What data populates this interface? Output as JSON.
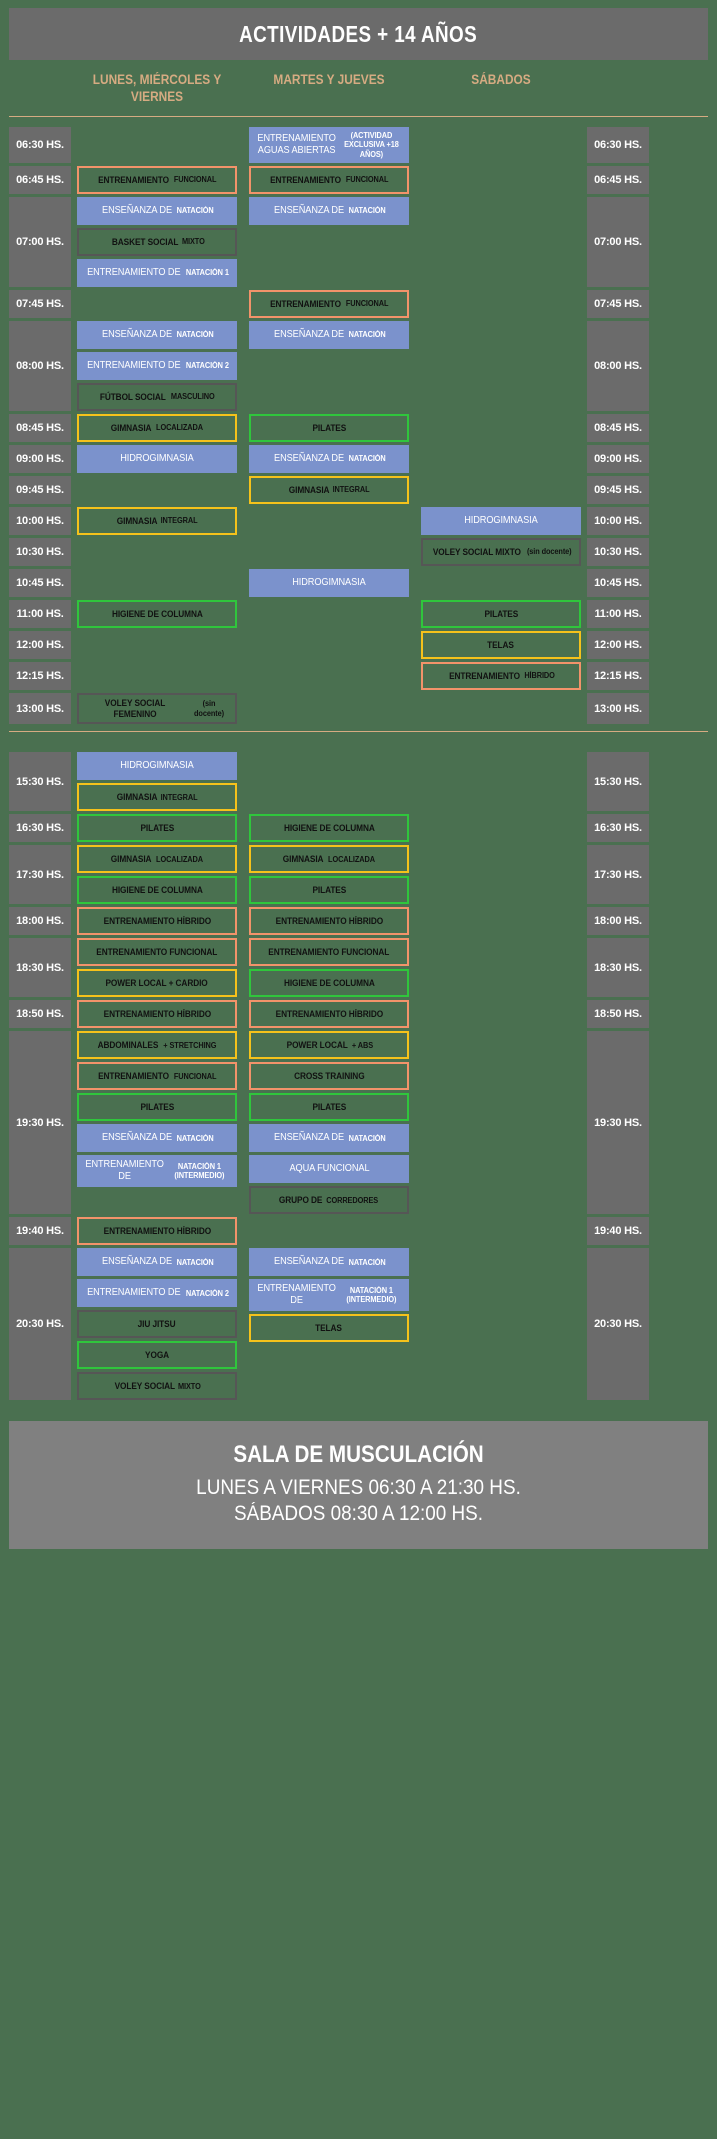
{
  "header": {
    "title": "ACTIVIDADES + 14 AÑOS",
    "columns": [
      {
        "label": "LUNES, MIÉRCOLES Y VIERNES"
      },
      {
        "label": "MARTES Y JUEVES"
      },
      {
        "label": "SÁBADOS"
      }
    ]
  },
  "colors": {
    "background": "#4a7050",
    "banner": "#6b6b6b",
    "accent_text": "#d6ab82",
    "pool_blue": "#7b92cc",
    "functional_orange": "#f2936a",
    "localized_yellow": "#f5c21b",
    "pilates_green": "#2fc63c",
    "social_gray": "#565656",
    "footer": "#808080"
  },
  "morning": [
    {
      "time": "06:30 HS.",
      "col1": [],
      "col2": [
        {
          "label": "ENTRENAMIENTO AGUAS ABIERTAS",
          "sub": "(ACTIVIDAD EXCLUSIVA +18 AÑOS)",
          "style": "c-blue"
        }
      ],
      "col3": []
    },
    {
      "time": "06:45 HS.",
      "col1": [
        {
          "label": "ENTRENAMIENTO",
          "sub": "FUNCIONAL",
          "style": "c-orange"
        }
      ],
      "col2": [
        {
          "label": "ENTRENAMIENTO",
          "sub": "FUNCIONAL",
          "style": "c-orange"
        }
      ],
      "col3": []
    },
    {
      "time": "07:00 HS.",
      "col1": [
        {
          "label": "ENSEÑANZA DE",
          "sub": "NATACIÓN",
          "style": "c-blue"
        },
        {
          "label": "BASKET SOCIAL",
          "sub": "MIXTO",
          "style": "c-gray"
        },
        {
          "label": "ENTRENAMIENTO DE",
          "sub": "NATACIÓN 1",
          "style": "c-blue"
        }
      ],
      "col2": [
        {
          "label": "ENSEÑANZA DE",
          "sub": "NATACIÓN",
          "style": "c-blue"
        }
      ],
      "col3": []
    },
    {
      "time": "07:45 HS.",
      "col1": [],
      "col2": [
        {
          "label": "ENTRENAMIENTO",
          "sub": "FUNCIONAL",
          "style": "c-orange"
        }
      ],
      "col3": []
    },
    {
      "time": "08:00 HS.",
      "col1": [
        {
          "label": "ENSEÑANZA DE",
          "sub": "NATACIÓN",
          "style": "c-blue"
        },
        {
          "label": "ENTRENAMIENTO DE",
          "sub": "NATACIÓN 2",
          "style": "c-blue"
        },
        {
          "label": "FÚTBOL SOCIAL",
          "sub": "MASCULINO",
          "style": "c-gray"
        }
      ],
      "col2": [
        {
          "label": "ENSEÑANZA DE",
          "sub": "NATACIÓN",
          "style": "c-blue"
        }
      ],
      "col3": []
    },
    {
      "time": "08:45 HS.",
      "col1": [
        {
          "label": "GIMNASIA",
          "sub": "LOCALIZADA",
          "style": "c-yellow"
        }
      ],
      "col2": [
        {
          "label": "PILATES",
          "sub": "",
          "style": "c-green"
        }
      ],
      "col3": []
    },
    {
      "time": "09:00 HS.",
      "col1": [
        {
          "label": "HIDROGIMNASIA",
          "sub": "",
          "style": "c-blue"
        }
      ],
      "col2": [
        {
          "label": "ENSEÑANZA DE",
          "sub": "NATACIÓN",
          "style": "c-blue"
        }
      ],
      "col3": []
    },
    {
      "time": "09:45 HS.",
      "col1": [],
      "col2": [
        {
          "label": "GIMNASIA",
          "sub": "INTEGRAL",
          "style": "c-yellow"
        }
      ],
      "col3": []
    },
    {
      "time": "10:00 HS.",
      "col1": [
        {
          "label": "GIMNASIA",
          "sub": "INTEGRAL",
          "style": "c-yellow"
        }
      ],
      "col2": [],
      "col3": [
        {
          "label": "HIDROGIMNASIA",
          "sub": "",
          "style": "c-blue"
        }
      ]
    },
    {
      "time": "10:30 HS.",
      "col1": [],
      "col2": [],
      "col3": [
        {
          "label": "VOLEY SOCIAL MIXTO",
          "sub": "(sin docente)",
          "style": "c-gray"
        }
      ]
    },
    {
      "time": "10:45 HS.",
      "col1": [],
      "col2": [
        {
          "label": "HIDROGIMNASIA",
          "sub": "",
          "style": "c-blue"
        }
      ],
      "col3": []
    },
    {
      "time": "11:00 HS.",
      "col1": [
        {
          "label": "HIGIENE DE COLUMNA",
          "sub": "",
          "style": "c-green"
        }
      ],
      "col2": [],
      "col3": [
        {
          "label": "PILATES",
          "sub": "",
          "style": "c-green"
        }
      ]
    },
    {
      "time": "12:00 HS.",
      "col1": [],
      "col2": [],
      "col3": [
        {
          "label": "TELAS",
          "sub": "",
          "style": "c-yellow"
        }
      ]
    },
    {
      "time": "12:15 HS.",
      "col1": [],
      "col2": [],
      "col3": [
        {
          "label": "ENTRENAMIENTO",
          "sub": "HÍBRIDO",
          "style": "c-orange"
        }
      ]
    },
    {
      "time": "13:00 HS.",
      "col1": [
        {
          "label": "VOLEY SOCIAL FEMENINO",
          "sub": "(sin docente)",
          "style": "c-gray"
        }
      ],
      "col2": [],
      "col3": []
    }
  ],
  "afternoon": [
    {
      "time": "15:30 HS.",
      "col1": [
        {
          "label": "HIDROGIMNASIA",
          "sub": "",
          "style": "c-blue"
        },
        {
          "label": "GIMNASIA",
          "sub": "INTEGRAL",
          "style": "c-yellow"
        }
      ],
      "col2": [],
      "col3": []
    },
    {
      "time": "16:30 HS.",
      "col1": [
        {
          "label": "PILATES",
          "sub": "",
          "style": "c-green"
        }
      ],
      "col2": [
        {
          "label": "HIGIENE DE COLUMNA",
          "sub": "",
          "style": "c-green"
        }
      ],
      "col3": []
    },
    {
      "time": "17:30 HS.",
      "col1": [
        {
          "label": "GIMNASIA",
          "sub": "LOCALIZADA",
          "style": "c-yellow"
        },
        {
          "label": "HIGIENE DE COLUMNA",
          "sub": "",
          "style": "c-green"
        }
      ],
      "col2": [
        {
          "label": "GIMNASIA",
          "sub": "LOCALIZADA",
          "style": "c-yellow"
        },
        {
          "label": "PILATES",
          "sub": "",
          "style": "c-green"
        }
      ],
      "col3": []
    },
    {
      "time": "18:00 HS.",
      "col1": [
        {
          "label": "ENTRENAMIENTO HÍBRIDO",
          "sub": "",
          "style": "c-orange"
        }
      ],
      "col2": [
        {
          "label": "ENTRENAMIENTO HÍBRIDO",
          "sub": "",
          "style": "c-orange"
        }
      ],
      "col3": []
    },
    {
      "time": "18:30 HS.",
      "col1": [
        {
          "label": "ENTRENAMIENTO FUNCIONAL",
          "sub": "",
          "style": "c-orange"
        },
        {
          "label": "POWER LOCAL + CARDIO",
          "sub": "",
          "style": "c-yellow"
        }
      ],
      "col2": [
        {
          "label": "ENTRENAMIENTO FUNCIONAL",
          "sub": "",
          "style": "c-orange"
        },
        {
          "label": "HIGIENE DE COLUMNA",
          "sub": "",
          "style": "c-green"
        }
      ],
      "col3": []
    },
    {
      "time": "18:50 HS.",
      "col1": [
        {
          "label": "ENTRENAMIENTO HÍBRIDO",
          "sub": "",
          "style": "c-orange"
        }
      ],
      "col2": [
        {
          "label": "ENTRENAMIENTO HÍBRIDO",
          "sub": "",
          "style": "c-orange"
        }
      ],
      "col3": []
    },
    {
      "time": "19:30 HS.",
      "col1": [
        {
          "label": "ABDOMINALES",
          "sub": "+ STRETCHING",
          "style": "c-yellow"
        },
        {
          "label": "ENTRENAMIENTO",
          "sub": "FUNCIONAL",
          "style": "c-orange"
        },
        {
          "label": "PILATES",
          "sub": "",
          "style": "c-green"
        },
        {
          "label": "ENSEÑANZA DE",
          "sub": "NATACIÓN",
          "style": "c-blue"
        },
        {
          "label": "ENTRENAMIENTO DE",
          "sub": "NATACIÓN 1 (INTERMEDIO)",
          "style": "c-blue"
        }
      ],
      "col2": [
        {
          "label": "POWER LOCAL",
          "sub": "+ ABS",
          "style": "c-yellow"
        },
        {
          "label": "CROSS TRAINING",
          "sub": "",
          "style": "c-orange"
        },
        {
          "label": "PILATES",
          "sub": "",
          "style": "c-green"
        },
        {
          "label": "ENSEÑANZA DE",
          "sub": "NATACIÓN",
          "style": "c-blue"
        },
        {
          "label": "AQUA FUNCIONAL",
          "sub": "",
          "style": "c-blue"
        },
        {
          "label": "GRUPO DE",
          "sub": "CORREDORES",
          "style": "c-gray"
        }
      ],
      "col3": []
    },
    {
      "time": "19:40 HS.",
      "col1": [
        {
          "label": "ENTRENAMIENTO HÍBRIDO",
          "sub": "",
          "style": "c-orange"
        }
      ],
      "col2": [],
      "col3": []
    },
    {
      "time": "20:30 HS.",
      "col1": [
        {
          "label": "ENSEÑANZA DE",
          "sub": "NATACIÓN",
          "style": "c-blue"
        },
        {
          "label": "ENTRENAMIENTO DE",
          "sub": "NATACIÓN 2",
          "style": "c-blue"
        },
        {
          "label": "JIU JITSU",
          "sub": "",
          "style": "c-gray"
        },
        {
          "label": "YOGA",
          "sub": "",
          "style": "c-green"
        },
        {
          "label": "VOLEY SOCIAL",
          "sub": "MIXTO",
          "style": "c-gray"
        }
      ],
      "col2": [
        {
          "label": "ENSEÑANZA DE",
          "sub": "NATACIÓN",
          "style": "c-blue"
        },
        {
          "label": "ENTRENAMIENTO DE",
          "sub": "NATACIÓN 1 (INTERMEDIO)",
          "style": "c-blue"
        },
        {
          "label": "TELAS",
          "sub": "",
          "style": "c-yellow"
        }
      ],
      "col3": []
    }
  ],
  "footer": {
    "title": "SALA DE MUSCULACIÓN",
    "line1": "LUNES A VIERNES 06:30 A 21:30 HS.",
    "line2": "SÁBADOS 08:30 A 12:00 HS."
  }
}
